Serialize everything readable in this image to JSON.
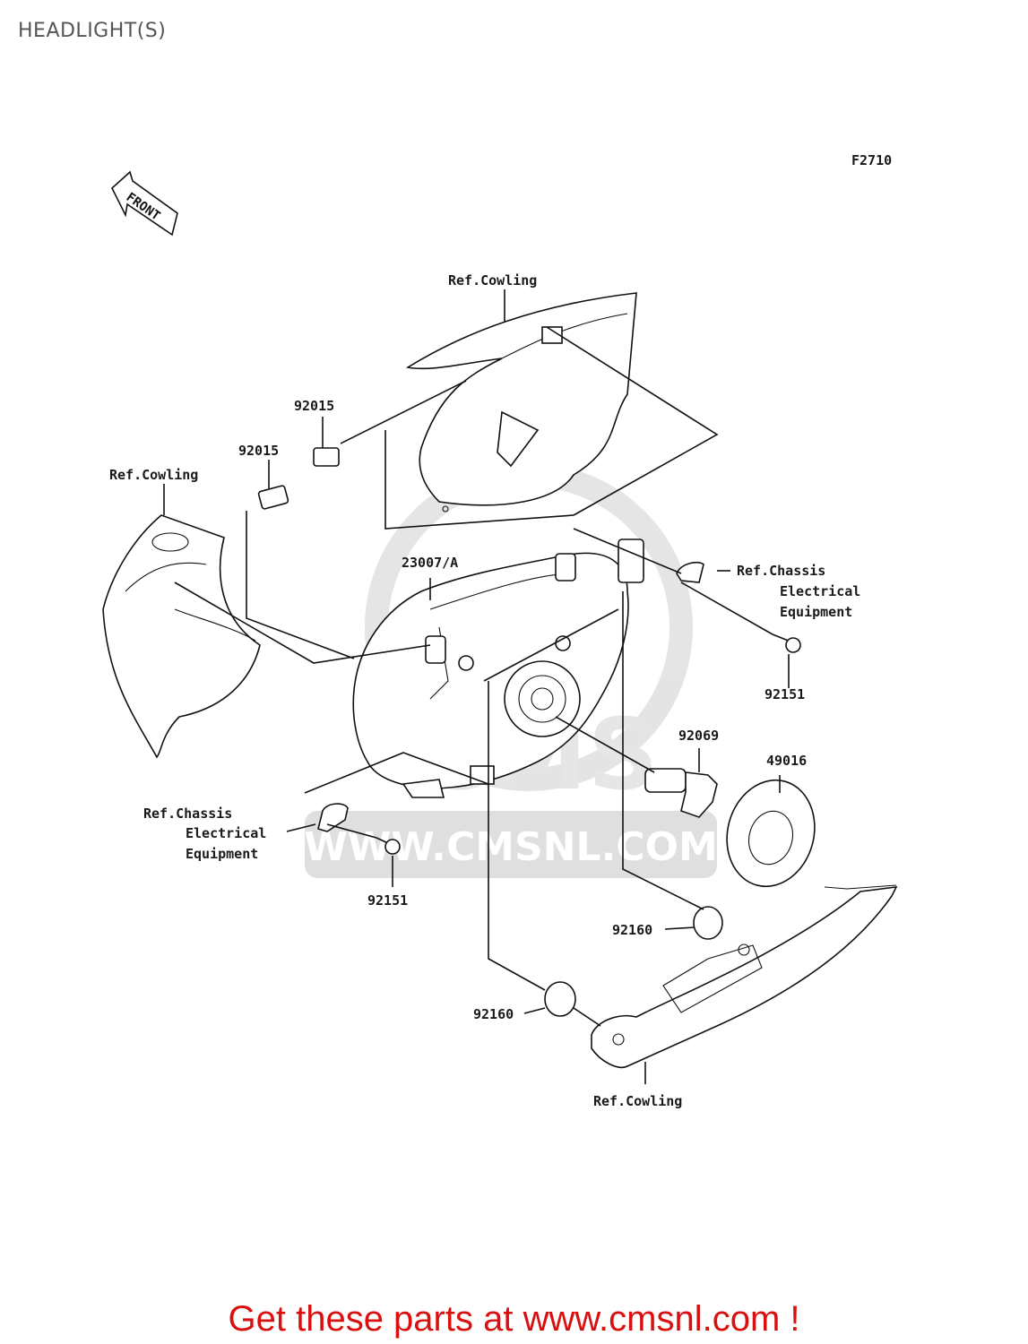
{
  "title": "HEADLIGHT(S)",
  "figure_code": "F2710",
  "front_marker": "FRONT",
  "watermark": "WWW.CMSNL.COM",
  "labels": {
    "ref_cowling_top": "Ref.Cowling",
    "ref_cowling_left": "Ref.Cowling",
    "ref_cowling_bottom": "Ref.Cowling",
    "p92015_a": "92015",
    "p92015_b": "92015",
    "p23007": "23007/A",
    "ref_chassis_right_1": "Ref.Chassis",
    "ref_chassis_right_2": "Electrical",
    "ref_chassis_right_3": "Equipment",
    "ref_chassis_left_1": "Ref.Chassis",
    "ref_chassis_left_2": "Electrical",
    "ref_chassis_left_3": "Equipment",
    "p92151_right": "92151",
    "p92151_left": "92151",
    "p92069": "92069",
    "p49016": "49016",
    "p92160_right": "92160",
    "p92160_left": "92160"
  },
  "promo_text": "Get these parts at www.cmsnl.com !",
  "colors": {
    "promo": "#d91010",
    "title": "#555555",
    "watermark": "#dcdcdc"
  }
}
